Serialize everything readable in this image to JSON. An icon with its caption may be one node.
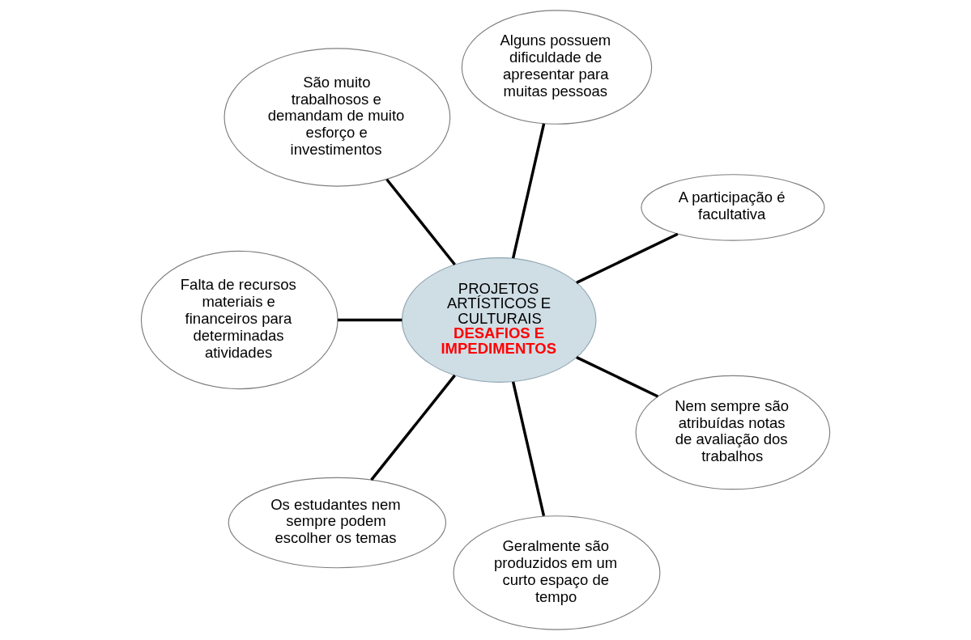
{
  "diagram": {
    "nodes": [
      {
        "text": [
          "PROJETOS ARTÍSTICOS E CULTURAIS",
          "DESAFIOS E IMPEDIMENTOS"
        ]
      },
      {
        "text": [
          "A participação é facultativa"
        ]
      },
      {
        "text": [
          "Alguns possuem dificuldade de apresentar para muitas pessoas"
        ]
      },
      {
        "text": [
          "São muito trabalhosos e demandam de muito esforço e investimentos"
        ]
      },
      {
        "text": [
          "Falta de recursos materiais e financeiros para determinadas atividades"
        ]
      },
      {
        "text": [
          "Os estudantes nem sempre podem escolher os temas"
        ]
      },
      {
        "text": [
          "Geralmente são produzidos em um curto espaço de tempo"
        ]
      },
      {
        "text": [
          "Nem sempre são atribuídas notas de avaliação dos trabalhos"
        ]
      }
    ],
    "edges": [
      {
        "from": 0,
        "to": 1,
        "arrow": "none"
      },
      {
        "from": 0,
        "to": 2,
        "arrow": "none"
      },
      {
        "from": 0,
        "to": 4,
        "arrow": "none"
      },
      {
        "from": 0,
        "to": 6,
        "arrow": "none"
      },
      {
        "from": 0,
        "to": 7,
        "arrow": "none"
      },
      {
        "from": 0,
        "to": 5,
        "arrow": "none"
      },
      {
        "from": 0,
        "to": 3,
        "arrow": "none"
      }
    ]
  }
}
